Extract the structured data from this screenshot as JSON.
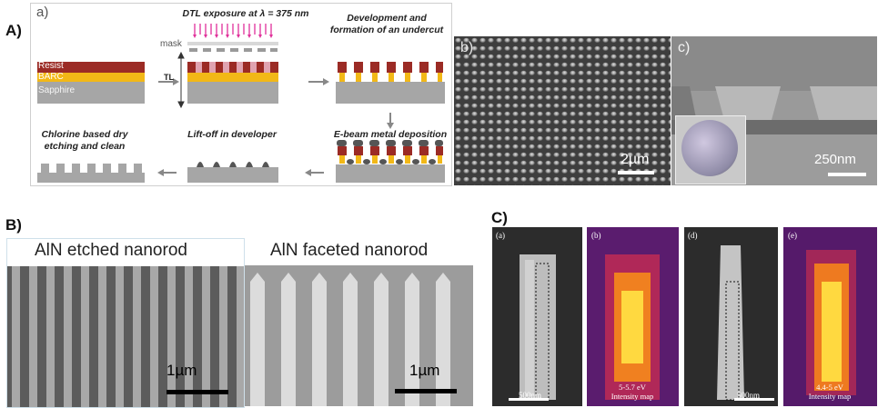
{
  "panelA": {
    "label": "A)",
    "sub_label": "a)",
    "steps": {
      "exposure": "DTL exposure at λ = 375 nm",
      "development": "Development and formation of an undercut",
      "ebeam": "E-beam metal deposition",
      "liftoff": "Lift-off in developer",
      "etch": "Chlorine based dry etching and clean"
    },
    "layers": {
      "resist": "Resist",
      "barc": "BARC",
      "sapphire": "Sapphire"
    },
    "mask_label": "mask",
    "tl_label": "TL",
    "sem_b": {
      "label": "b)",
      "scale": "2µm"
    },
    "sem_c": {
      "label": "c)",
      "scale": "250nm"
    }
  },
  "panelB": {
    "label": "B)",
    "etched": {
      "title": "AlN etched nanorod",
      "scale": "1µm"
    },
    "faceted": {
      "title": "AlN faceted nanorod",
      "scale": "1µm"
    }
  },
  "panelC": {
    "label": "C)",
    "images": [
      {
        "label": "(a)",
        "scale": "500nm"
      },
      {
        "label": "(b)",
        "energy": "5-5.7 eV",
        "caption": "Intensity map"
      },
      {
        "label": "(d)",
        "scale": "500nm"
      },
      {
        "label": "(e)",
        "energy": "4.4-5 eV",
        "caption": "Intensity map"
      }
    ]
  },
  "colors": {
    "resist": "#9b2b25",
    "barc": "#f2b817",
    "sapphire": "#a6a6a6",
    "uv": "#e0309a",
    "metal": "#555555"
  }
}
